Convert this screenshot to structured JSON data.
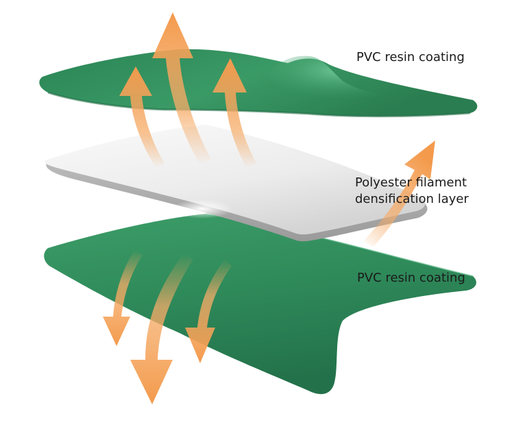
{
  "labels": {
    "top_layer": "PVC resin coating",
    "middle_layer_line1": "Polyester filament",
    "middle_layer_line2": "densification layer",
    "bottom_layer": "PVC resin coating"
  },
  "colors": {
    "pvc_green": "#2f8a5a",
    "pvc_green_light": "#4fb27e",
    "pvc_green_dark": "#1f6a43",
    "polyester_white": "#f2f2f2",
    "polyester_grey": "#b9b9b9",
    "arrow_orange": "#f4a35a",
    "arrow_orange_light": "#fbd2a8"
  }
}
